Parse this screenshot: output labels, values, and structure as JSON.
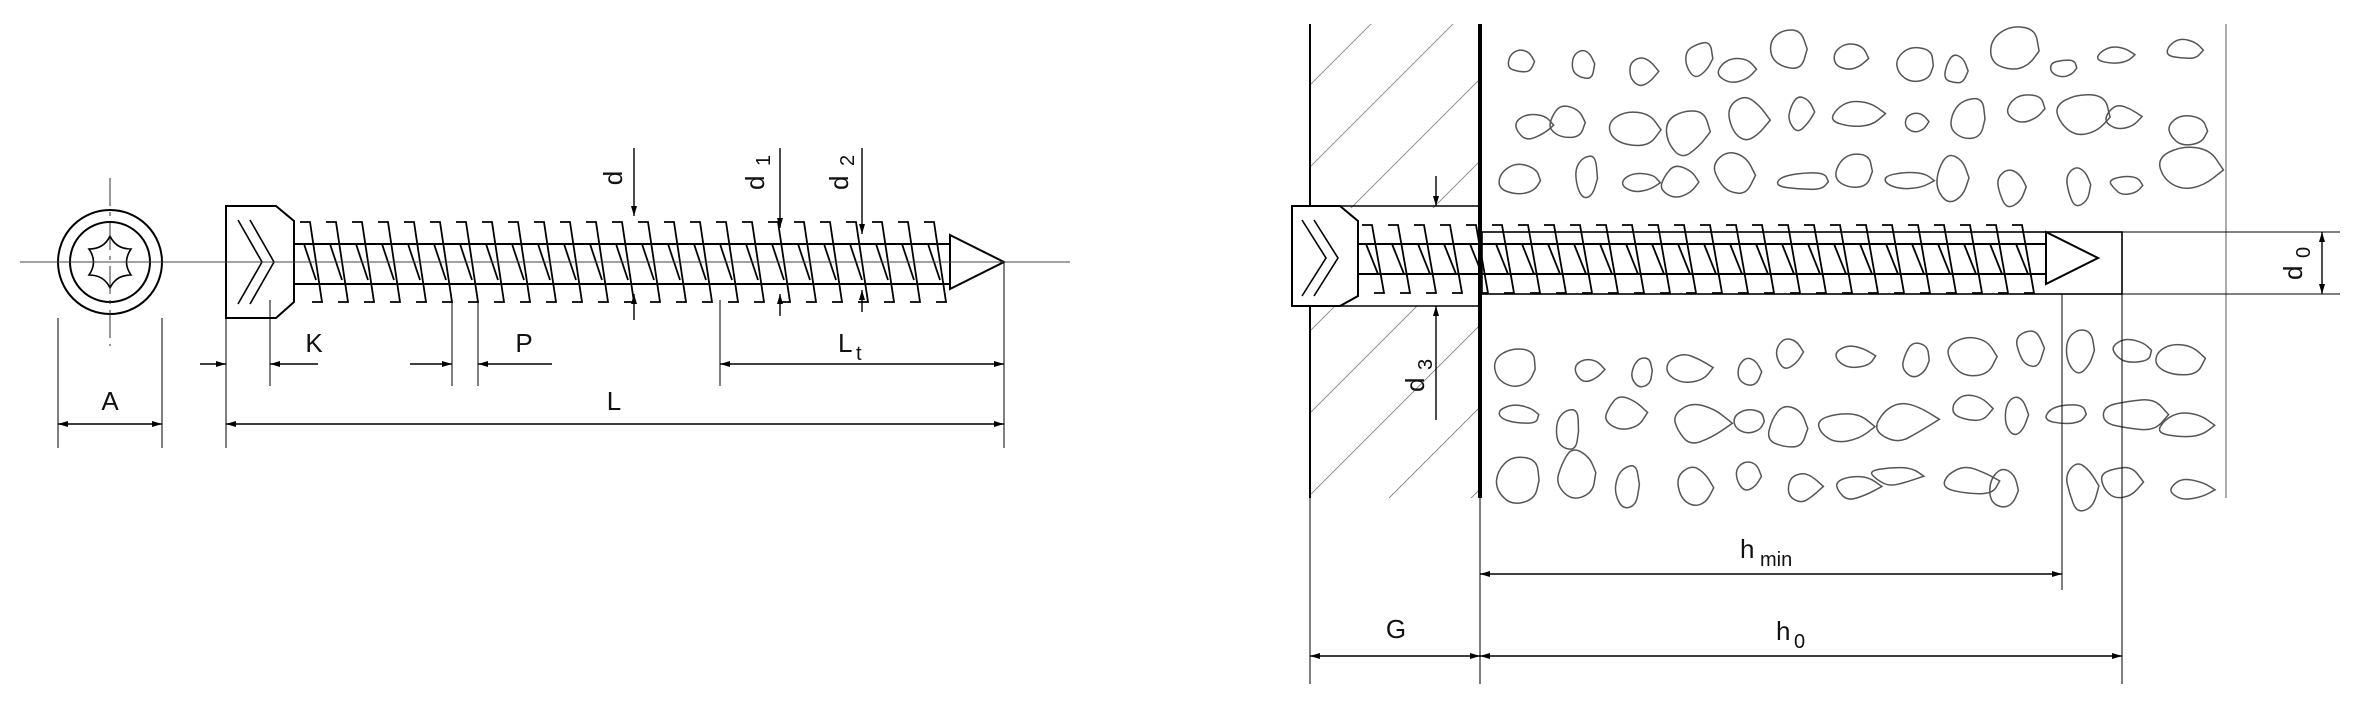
{
  "left_drawing": {
    "labels": {
      "d": "d",
      "d1": "d",
      "d1_sub": "1",
      "d2": "d",
      "d2_sub": "2",
      "K": "K",
      "P": "P",
      "Lt": "L",
      "Lt_sub": "t",
      "A": "A",
      "L": "L"
    }
  },
  "right_drawing": {
    "labels": {
      "d0": "d",
      "d0_sub": "0",
      "d3": "d",
      "d3_sub": "3",
      "hmin": "h",
      "hmin_sub": "min",
      "G": "G",
      "h0": "h",
      "h0_sub": "0"
    }
  },
  "colors": {
    "line": "#000000",
    "stone": "#555555",
    "background": "#ffffff"
  }
}
